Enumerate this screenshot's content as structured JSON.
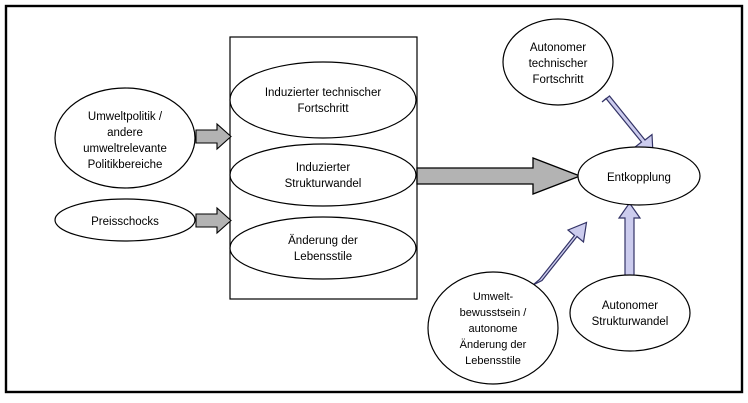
{
  "frame": {
    "border_color": "#000000",
    "background": "#ffffff"
  },
  "group_box": {
    "name": "induced-changes-box",
    "border_color": "#000000",
    "background": "#ffffff"
  },
  "colors": {
    "ellipse_fill": "#ffffff",
    "ellipse_stroke": "#000000",
    "gray_arrow_fill": "#b3b3b3",
    "gray_arrow_stroke": "#000000",
    "blue_arrow_fill": "#ccccee",
    "blue_arrow_stroke": "#333366",
    "text": "#000000"
  },
  "nodes": {
    "umweltpolitik": {
      "id": "umweltpolitik",
      "lines": [
        "Umweltpolitik /",
        "andere",
        "umweltrelevante",
        "Politikbereiche"
      ]
    },
    "preisschocks": {
      "id": "preisschocks",
      "lines": [
        "Preisschocks"
      ]
    },
    "induzierter_technischer_fortschritt": {
      "id": "induzierter-technischer-fortschritt",
      "lines": [
        "Induzierter technischer",
        "Fortschritt"
      ]
    },
    "induzierter_strukturwandel": {
      "id": "induzierter-strukturwandel",
      "lines": [
        "Induzierter",
        "Strukturwandel"
      ]
    },
    "aenderung_der_lebensstile": {
      "id": "aenderung-der-lebensstile",
      "lines": [
        "Änderung der",
        "Lebensstile"
      ]
    },
    "autonomer_technischer_fortschritt": {
      "id": "autonomer-technischer-fortschritt",
      "lines": [
        "Autonomer",
        "technischer",
        "Fortschritt"
      ]
    },
    "entkopplung": {
      "id": "entkopplung",
      "lines": [
        "Entkopplung"
      ]
    },
    "umweltbewusstsein": {
      "id": "umweltbewusstsein",
      "lines": [
        "Umwelt-",
        "bewusstsein /",
        "autonome",
        "Änderung der",
        "Lebensstile"
      ]
    },
    "autonomer_strukturwandel": {
      "id": "autonomer-strukturwandel",
      "lines": [
        "Autonomer",
        "Strukturwandel"
      ]
    }
  },
  "edges": [
    {
      "id": "umweltpolitik-to-box",
      "from": "umweltpolitik",
      "to": "induced-changes-box",
      "style": "gray-block-arrow"
    },
    {
      "id": "preisschocks-to-box",
      "from": "preisschocks",
      "to": "induced-changes-box",
      "style": "gray-block-arrow"
    },
    {
      "id": "box-to-entkopplung",
      "from": "induced-changes-box",
      "to": "entkopplung",
      "style": "gray-block-arrow"
    },
    {
      "id": "autonomer-technischer-fortschritt-to-entkopplung",
      "from": "autonomer_technischer_fortschritt",
      "to": "entkopplung",
      "style": "blue-arrow"
    },
    {
      "id": "umweltbewusstsein-to-entkopplung",
      "from": "umweltbewusstsein",
      "to": "entkopplung",
      "style": "blue-arrow"
    },
    {
      "id": "autonomer-strukturwandel-to-entkopplung",
      "from": "autonomer_strukturwandel",
      "to": "entkopplung",
      "style": "blue-arrow"
    }
  ]
}
